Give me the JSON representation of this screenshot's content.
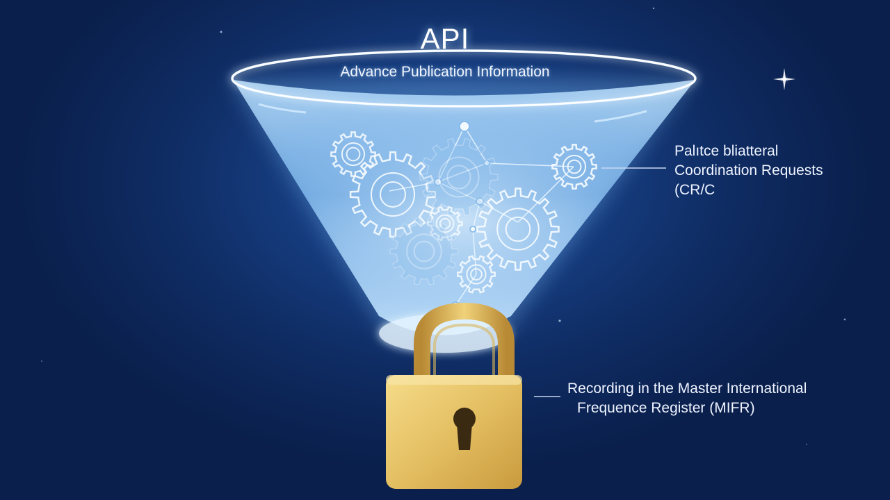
{
  "header": {
    "title": "API",
    "subtitle": "Advance Publication Information"
  },
  "labels": {
    "coordination": {
      "line1": "Palıtce bliatteral",
      "line2": "Coordination Requests",
      "line3": "(CR/C"
    },
    "recording": {
      "line1": "Recording in the Master International",
      "line2": "Frequence Register (MIFR)"
    }
  },
  "icons": {
    "gears": "gear-icon",
    "lock": "padlock-icon",
    "sparkle": "star-sparkle-icon"
  },
  "colors": {
    "background": "#0b1f4a",
    "funnel_glow": "#9fd0ff",
    "ring": "#e8f4ff",
    "lock_gold": "#e6c56a",
    "lock_shackle": "#caa24a"
  }
}
